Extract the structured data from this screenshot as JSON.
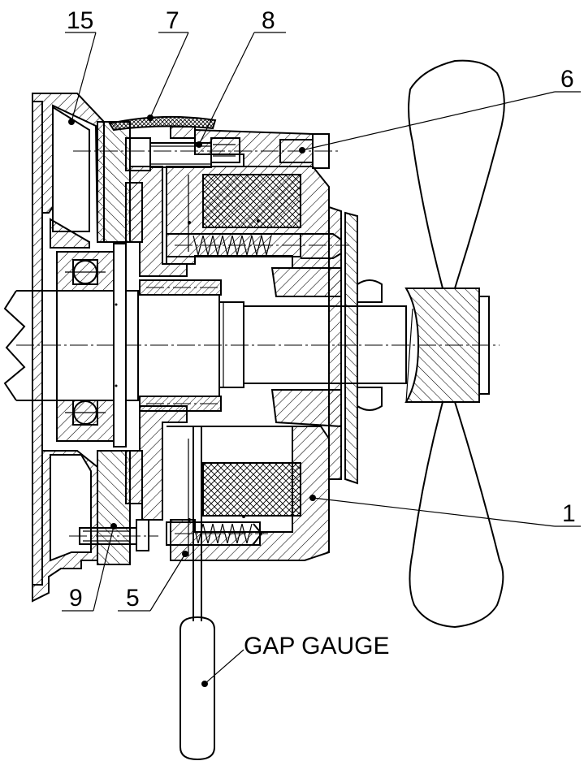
{
  "labels": {
    "p15": "15",
    "p7": "7",
    "p8": "8",
    "p6": "6",
    "p1": "1",
    "p9": "9",
    "p5": "5",
    "gauge": "GAP GAUGE"
  },
  "colors": {
    "ink": "#000000",
    "paper": "#ffffff"
  }
}
